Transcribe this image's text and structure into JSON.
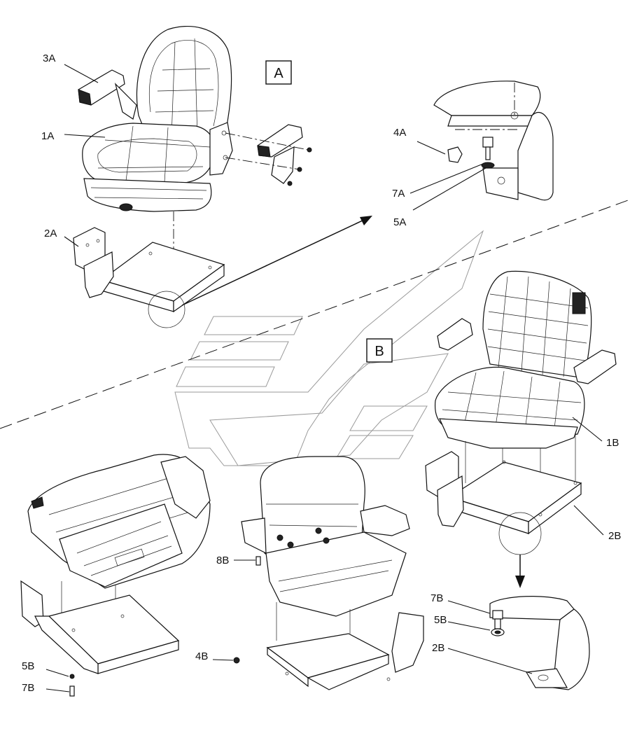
{
  "sections": {
    "a": {
      "label": "A"
    },
    "b": {
      "label": "B"
    }
  },
  "callouts": {
    "c3A": "3A",
    "c1A": "1A",
    "c2A": "2A",
    "c4A": "4A",
    "c7A": "7A",
    "c5A": "5A",
    "c1B": "1B",
    "c2B_main": "2B",
    "c8B": "8B",
    "c4B": "4B",
    "c5B_left": "5B",
    "c7B_left": "7B",
    "c7B_detail": "7B",
    "c5B_detail": "5B",
    "c2B_detail": "2B"
  }
}
